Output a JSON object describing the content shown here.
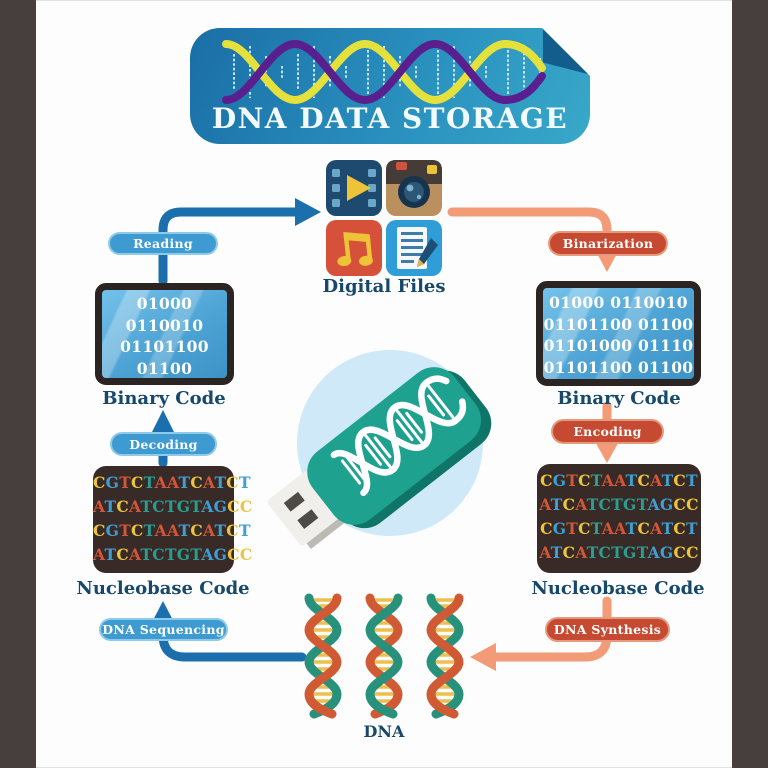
{
  "banner": {
    "title": "DNA DATA STORAGE"
  },
  "digital_files": {
    "label": "Digital Files",
    "icons": [
      "video-file-icon",
      "camera-photo-icon",
      "music-file-icon",
      "document-file-icon"
    ]
  },
  "flow": {
    "reading": "Reading",
    "binarization": "Binarization",
    "decoding": "Decoding",
    "encoding": "Encoding",
    "dna_sequencing": "DNA Sequencing",
    "dna_synthesis": "DNA Synthesis"
  },
  "binary_code": {
    "label": "Binary Code",
    "lines": [
      "01000 0110010",
      "01101100 01100",
      "01101000 01110",
      "01101100 01100"
    ]
  },
  "nucleobase_code": {
    "label": "Nucleobase Code",
    "color_map": {
      "y": "#ecc53f",
      "r": "#d4563a",
      "b": "#3f9ed2",
      "t": "#2a9d8f"
    },
    "lines": [
      {
        "text": "CGTCTAATCATCT",
        "colors": "ybrytrrbyrbyb"
      },
      {
        "text": "ATCATCTGTAGCC",
        "colors": "rbyrtttttbbyy"
      },
      {
        "text": "CGTCTAATCATCT",
        "colors": "ybrytrrbyrbyb"
      },
      {
        "text": "ATCATCTGTAGCC",
        "colors": "rbyrtttttbbyy"
      }
    ]
  },
  "dna": {
    "label": "DNA"
  },
  "colors": {
    "blue_arrow": "#1c6fad",
    "blue_pill": "#3e9bd2",
    "salmon_arrow": "#f29b76",
    "red_pill": "#c64a31",
    "heading_text": "#17486a",
    "banner_blue": "#2b93c0",
    "usb_teal": "#1fa190",
    "screen_blue": "#4da3d4",
    "code_box_dark": "#382b27",
    "helix_teal": "#27917c",
    "helix_orange": "#d05a34",
    "helix_rung_yellow": "#ecbf4e",
    "side_bar_gray": "#473f3e"
  }
}
